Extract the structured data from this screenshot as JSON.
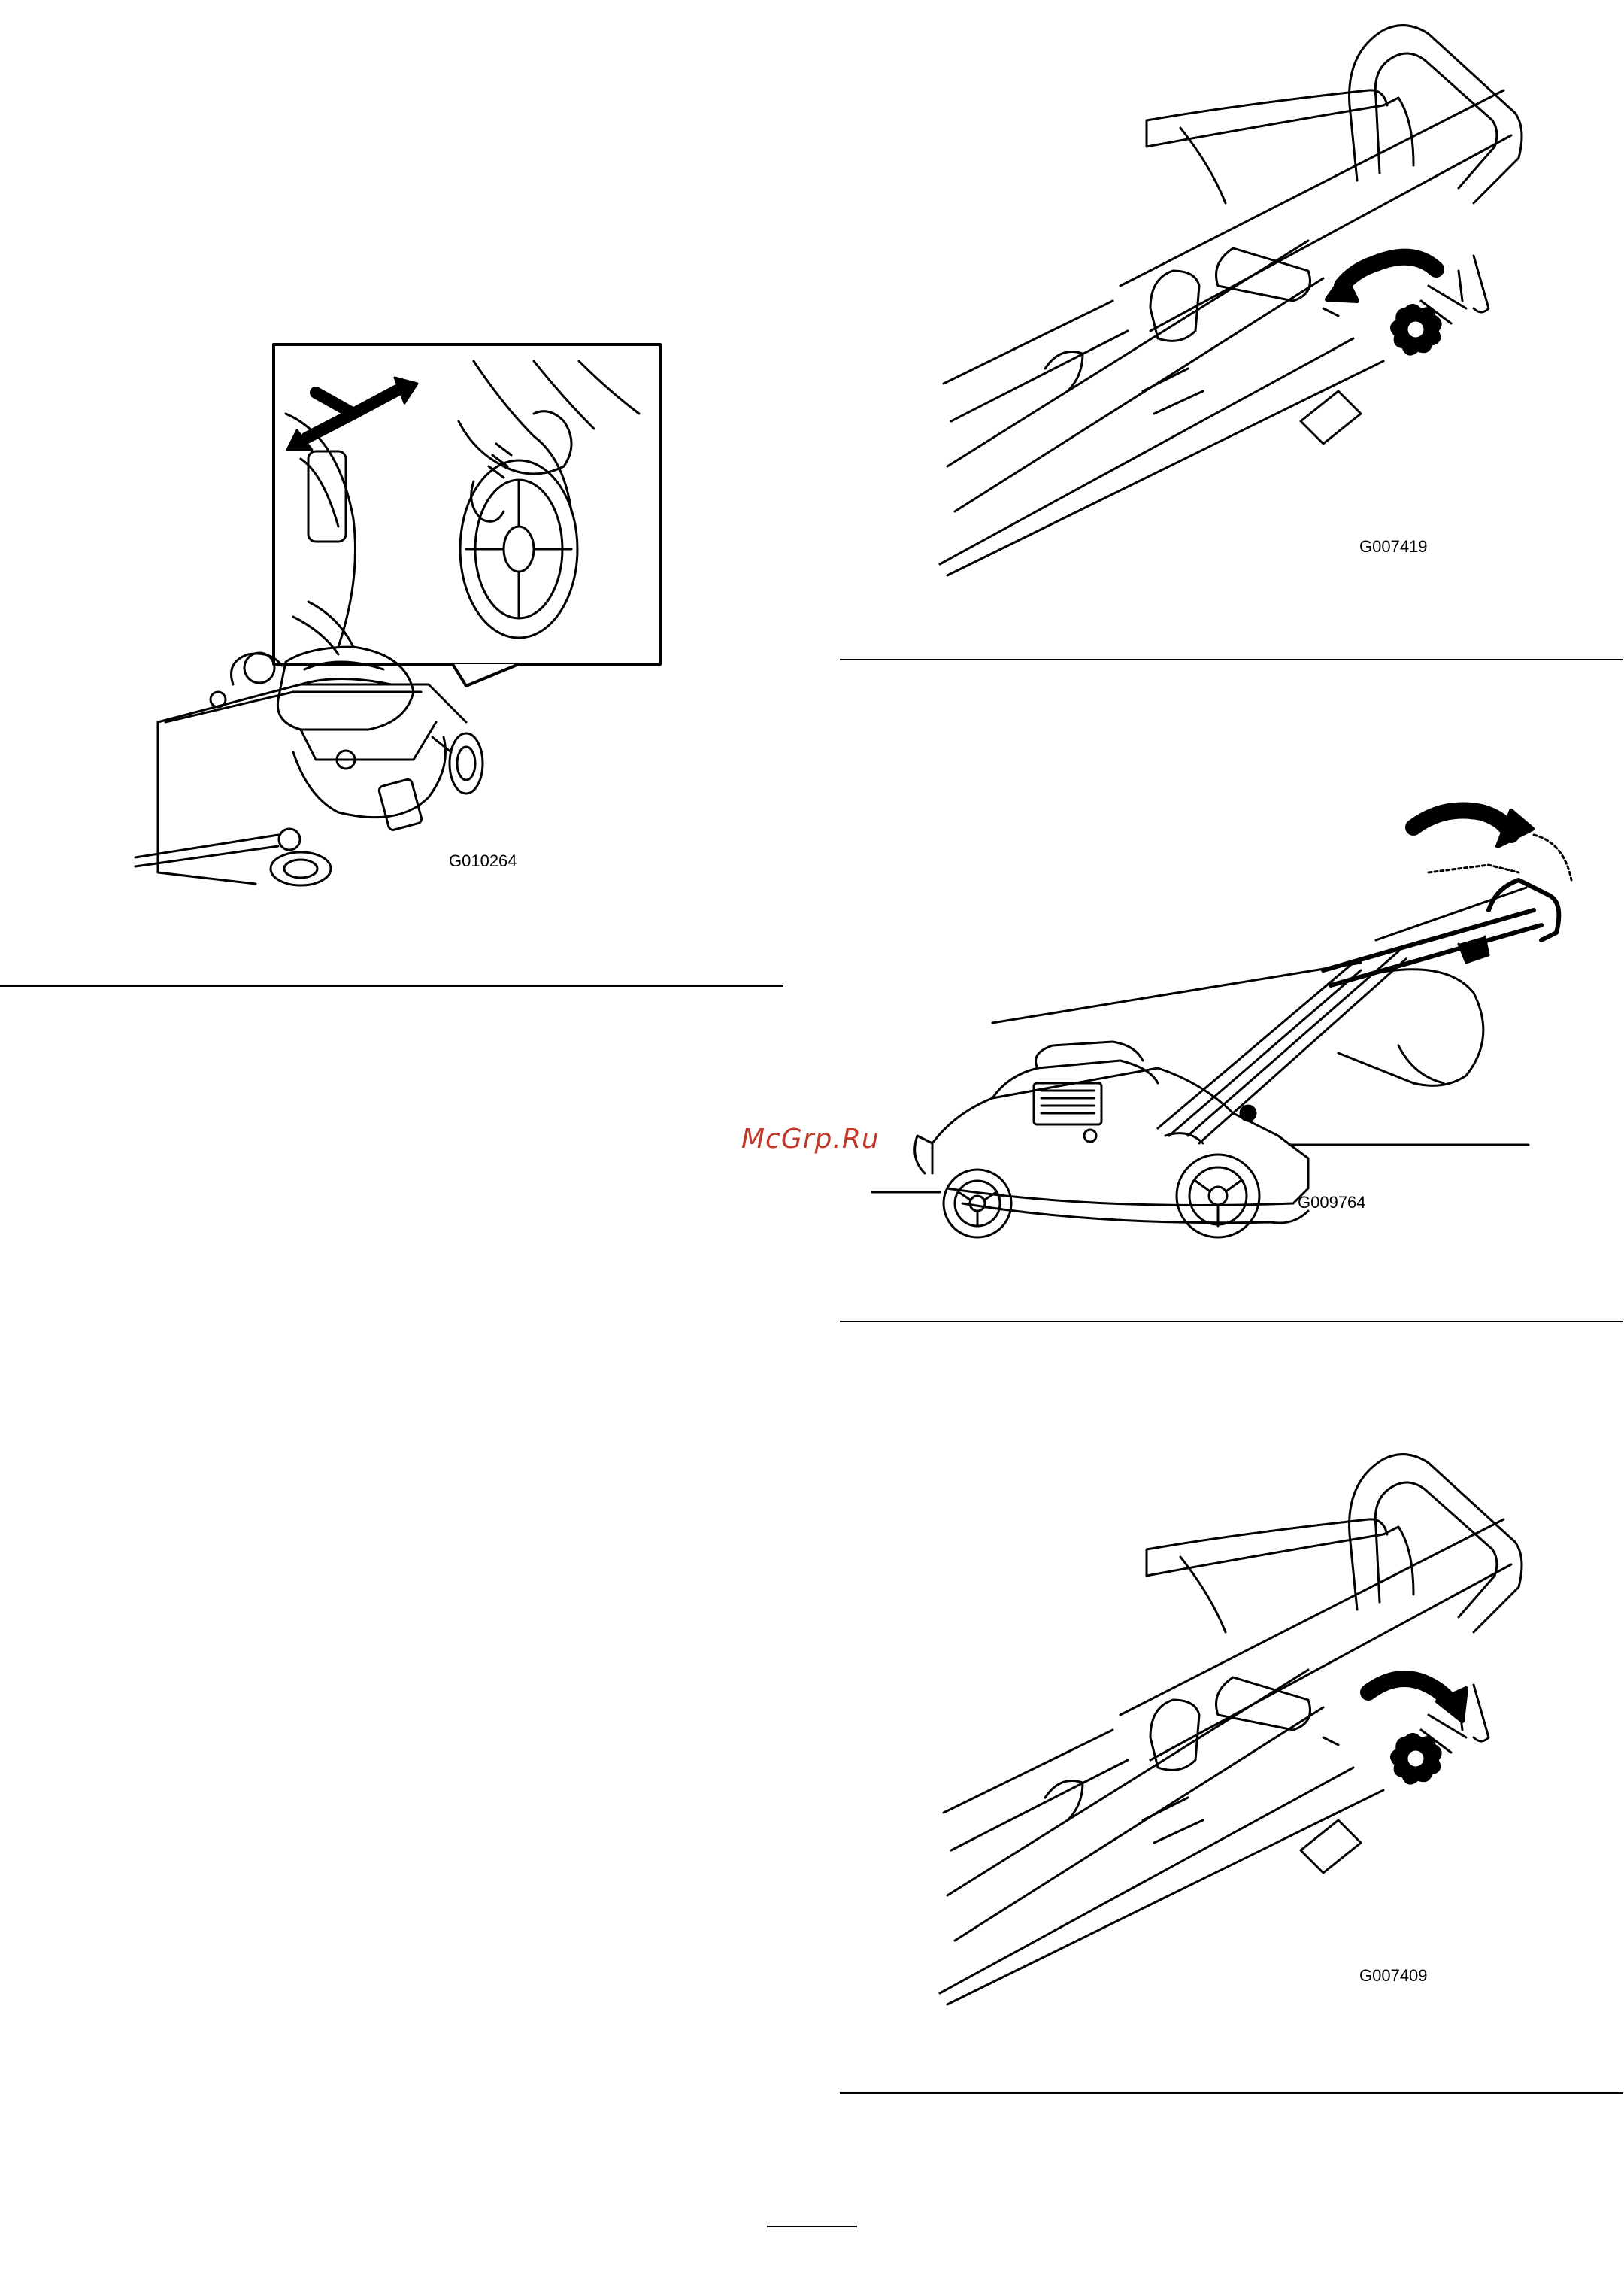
{
  "figures": {
    "front_wheel": {
      "id": "G010264"
    },
    "knob_loosen": {
      "id": "G007419"
    },
    "handle_fold": {
      "id": "G009764"
    },
    "knob_tighten": {
      "id": "G007409"
    }
  },
  "watermark": {
    "text": "McGrp.Ru",
    "color": "#c0392b"
  }
}
